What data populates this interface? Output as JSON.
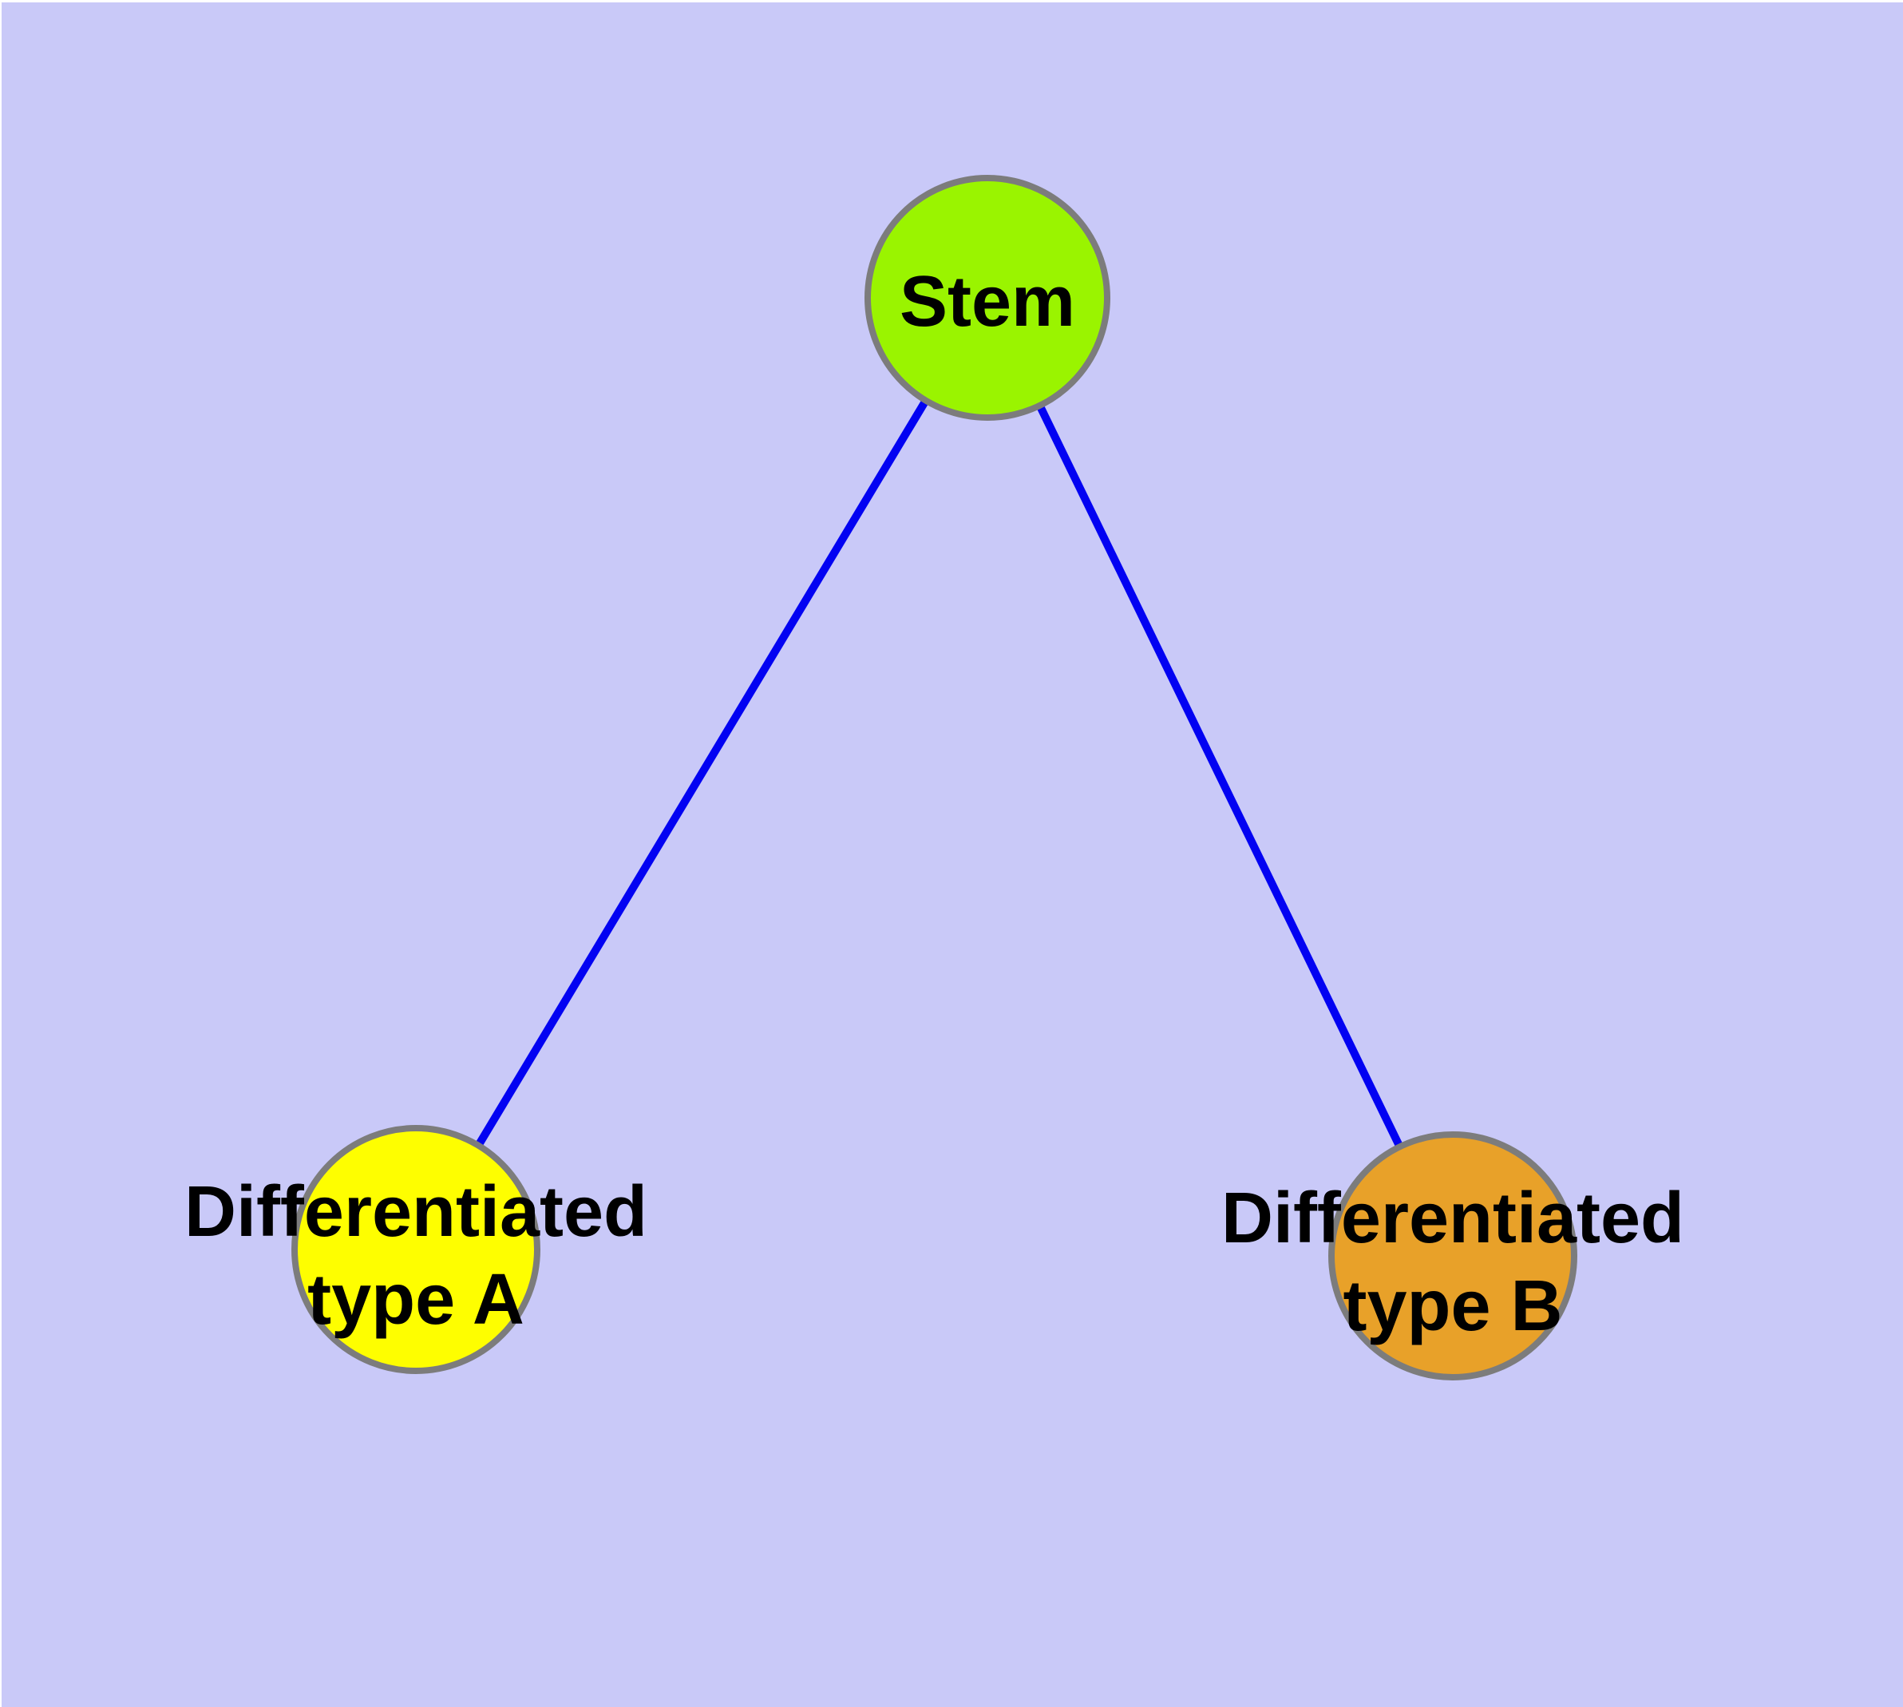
{
  "figure": {
    "type": "node-link-diagram",
    "background_color": "#C9C9F8",
    "margin_color": "#FFFFFF",
    "edge_color": "#0202F2",
    "node_border_color": "#7C7C7C",
    "text_color": "#000000",
    "nodes": [
      {
        "id": "stem",
        "label_lines": [
          "Stem"
        ],
        "fill": "#9AF400"
      },
      {
        "id": "differentiated-type-a",
        "label_lines": [
          "Differentiated",
          "type A"
        ],
        "fill": "#FEFE00"
      },
      {
        "id": "differentiated-type-b",
        "label_lines": [
          "Differentiated",
          "type B"
        ],
        "fill": "#E8A129"
      }
    ],
    "edges": [
      {
        "from": "Stem",
        "to": "Differentiated type A"
      },
      {
        "from": "Stem",
        "to": "Differentiated type B"
      }
    ]
  }
}
